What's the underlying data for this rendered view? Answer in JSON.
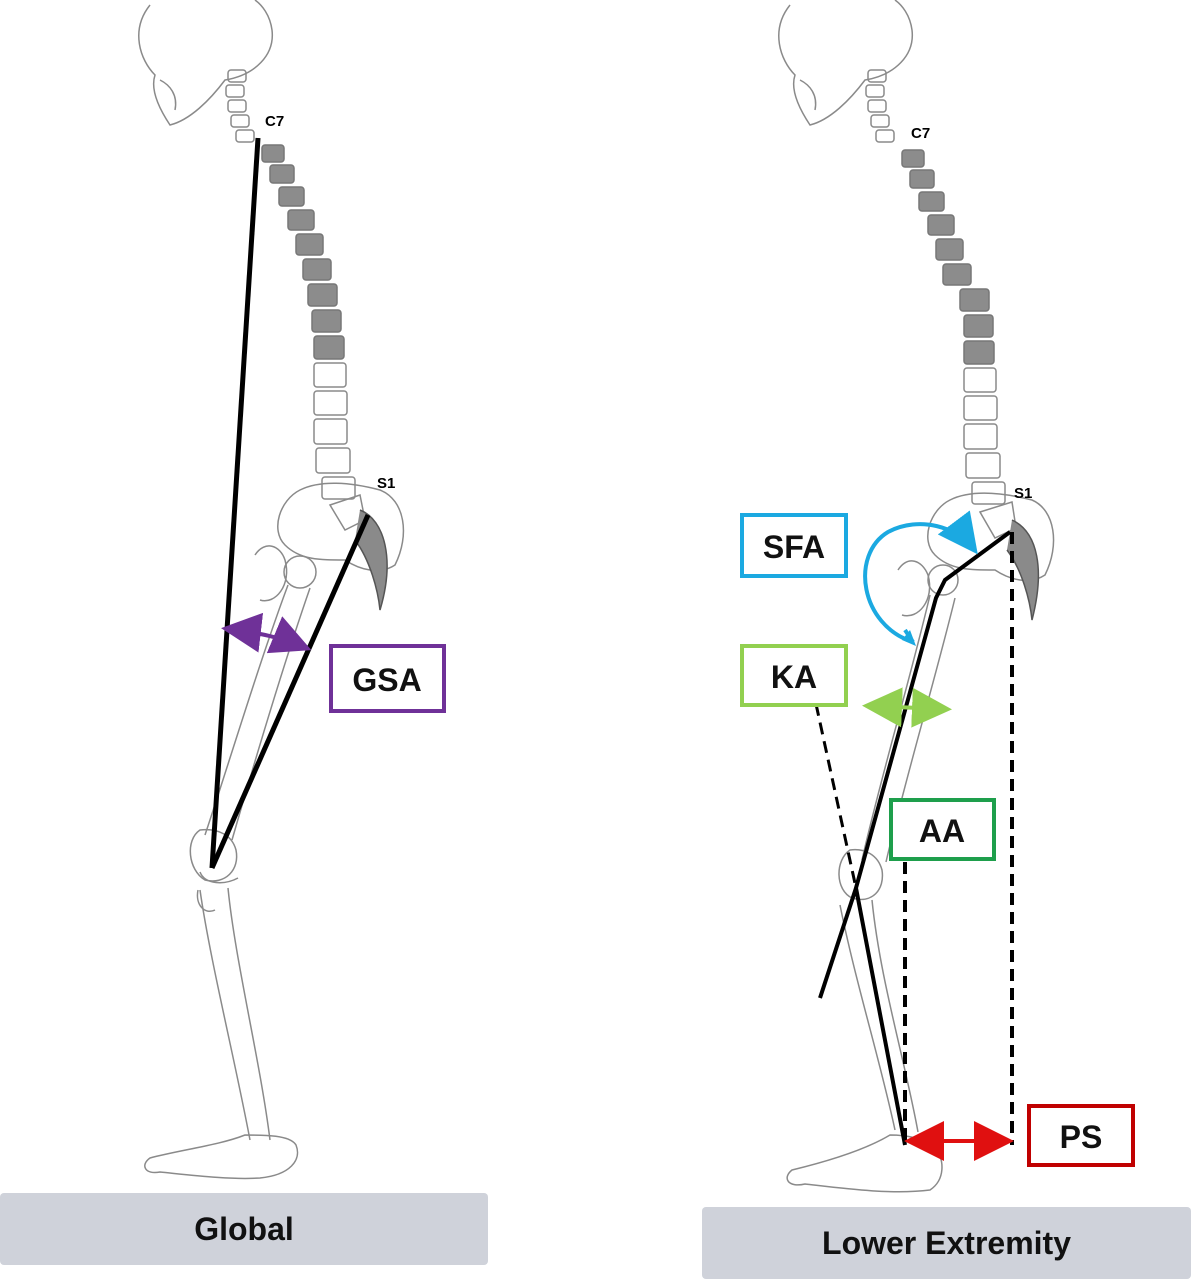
{
  "left_panel": {
    "caption": "Global",
    "vertebra_top": "C7",
    "vertebra_bottom": "S1",
    "angle_label": "GSA",
    "angle_color": "#6f3198"
  },
  "right_panel": {
    "caption": "Lower Extremity",
    "vertebra_top": "C7",
    "vertebra_bottom": "S1",
    "sfa_label": "SFA",
    "sfa_color": "#1ba9e1",
    "ka_label": "KA",
    "ka_color": "#92d050",
    "aa_label": "AA",
    "aa_color": "#1e9f4c",
    "ps_label": "PS",
    "ps_color": "#c00000"
  },
  "icons": [
    "skeleton-left",
    "skeleton-right"
  ]
}
